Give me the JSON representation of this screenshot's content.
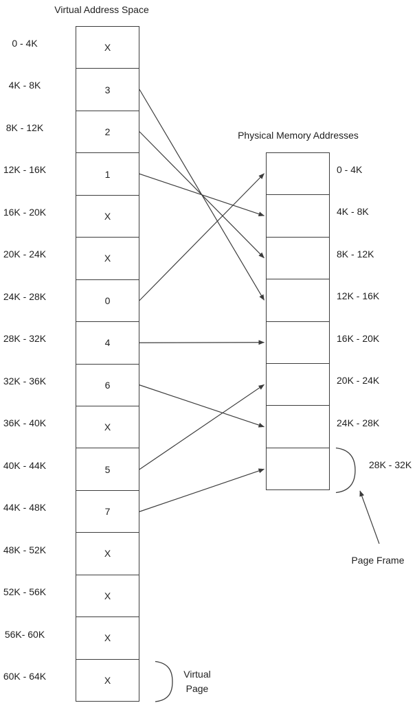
{
  "virtual": {
    "title": "Virtual Address Space",
    "rows": [
      {
        "range": "0 - 4K",
        "value": "X"
      },
      {
        "range": "4K - 8K",
        "value": "3"
      },
      {
        "range": "8K - 12K",
        "value": "2"
      },
      {
        "range": "12K - 16K",
        "value": "1"
      },
      {
        "range": "16K - 20K",
        "value": "X"
      },
      {
        "range": "20K - 24K",
        "value": "X"
      },
      {
        "range": "24K - 28K",
        "value": "0"
      },
      {
        "range": "28K - 32K",
        "value": "4"
      },
      {
        "range": "32K - 36K",
        "value": "6"
      },
      {
        "range": "36K - 40K",
        "value": "X"
      },
      {
        "range": "40K - 44K",
        "value": "5"
      },
      {
        "range": "44K - 48K",
        "value": "7"
      },
      {
        "range": "48K - 52K",
        "value": "X"
      },
      {
        "range": "52K - 56K",
        "value": "X"
      },
      {
        "range": "56K- 60K",
        "value": "X"
      },
      {
        "range": "60K - 64K",
        "value": "X"
      }
    ],
    "bracket_label_lines": [
      "Virtual",
      "Page"
    ]
  },
  "physical": {
    "title": "Physical Memory Addresses",
    "frames": [
      "0 - 4K",
      "4K - 8K",
      "8K - 12K",
      "12K - 16K",
      "16K - 20K",
      "20K - 24K",
      "24K - 28K",
      "28K - 32K"
    ],
    "bracket_label": "Page Frame"
  },
  "mappings": [
    {
      "virtual_row": 1,
      "virtual_range": "4K - 8K",
      "frame": 3,
      "frame_range": "12K - 16K"
    },
    {
      "virtual_row": 2,
      "virtual_range": "8K - 12K",
      "frame": 2,
      "frame_range": "8K - 12K"
    },
    {
      "virtual_row": 3,
      "virtual_range": "12K - 16K",
      "frame": 1,
      "frame_range": "4K - 8K"
    },
    {
      "virtual_row": 6,
      "virtual_range": "24K - 28K",
      "frame": 0,
      "frame_range": "0 - 4K"
    },
    {
      "virtual_row": 7,
      "virtual_range": "28K - 32K",
      "frame": 4,
      "frame_range": "16K - 20K"
    },
    {
      "virtual_row": 8,
      "virtual_range": "32K - 36K",
      "frame": 6,
      "frame_range": "24K - 28K"
    },
    {
      "virtual_row": 10,
      "virtual_range": "40K - 44K",
      "frame": 5,
      "frame_range": "20K - 24K"
    },
    {
      "virtual_row": 11,
      "virtual_range": "44K - 48K",
      "frame": 7,
      "frame_range": "28K - 32K"
    }
  ],
  "colors": {
    "line": "#3c3c3c",
    "text": "#1e1e1e",
    "background": "#ffffff"
  }
}
